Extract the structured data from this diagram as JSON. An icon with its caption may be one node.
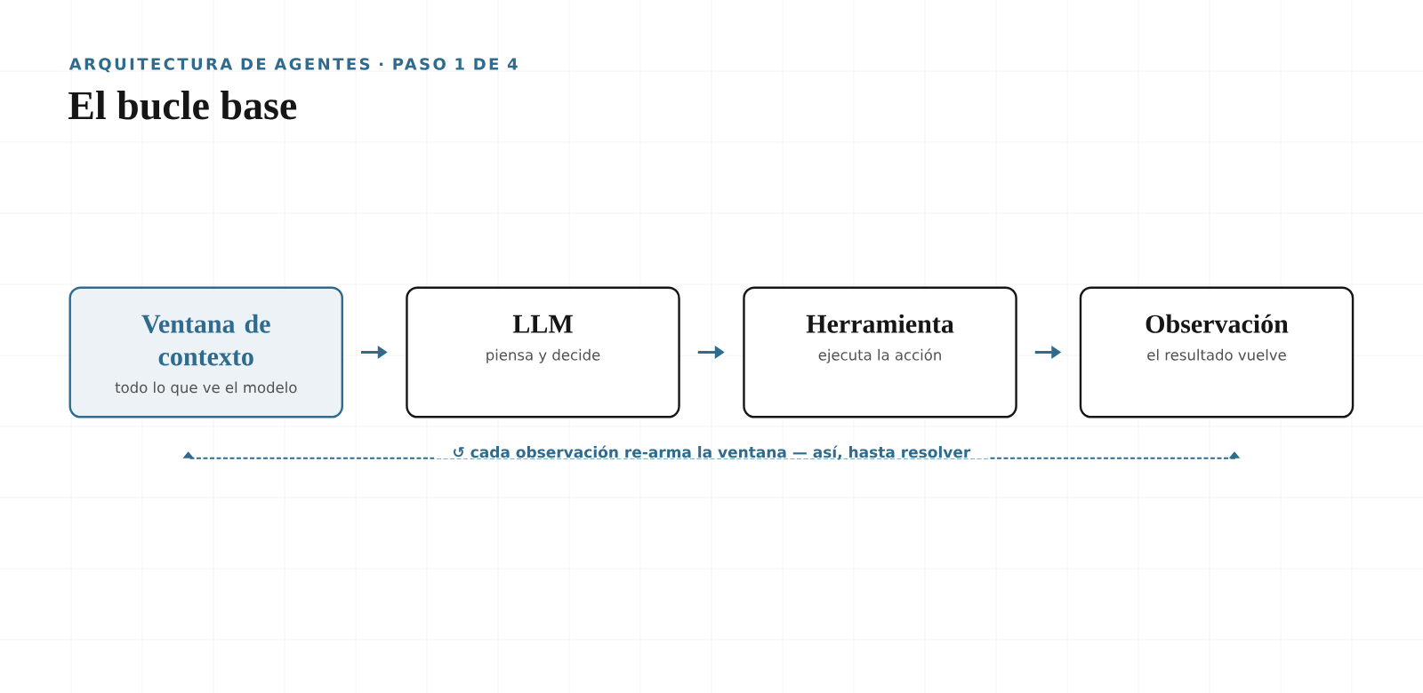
{
  "diagram": {
    "title": "El bucle base",
    "nodes": [
      {
        "text": [
          "Ventana de contexto",
          "todo lo que ve el modelo"
        ]
      },
      {
        "text": [
          "LLM",
          "piensa y decide"
        ]
      },
      {
        "text": [
          "Herramienta",
          "ejecuta la acción"
        ]
      },
      {
        "text": [
          "Observación",
          "el resultado vuelve"
        ]
      }
    ],
    "edges": [
      {
        "from": 0,
        "to": 1,
        "arrow": "to"
      },
      {
        "from": 1,
        "to": 2,
        "arrow": "to"
      },
      {
        "from": 2,
        "to": 3,
        "arrow": "to"
      },
      {
        "from": 3,
        "to": 0,
        "arrow": "both",
        "style": "dashed",
        "label": "↺ cada observación re-arma la ventana — así, hasta resolver"
      }
    ],
    "labels": [
      "ARQUITECTURA DE AGENTES · PASO 1 DE 4"
    ]
  }
}
